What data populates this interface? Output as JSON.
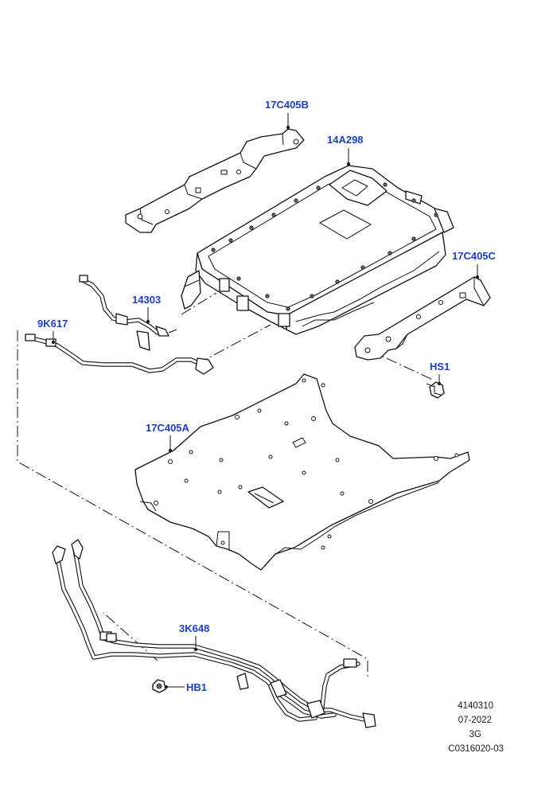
{
  "callouts": {
    "bracket_b": "17C405B",
    "inverter": "14A298",
    "bracket_c": "17C405C",
    "cable": "14303",
    "hose": "9K617",
    "screw": "HS1",
    "bracket_a": "17C405A",
    "tubes": "3K648",
    "bolt": "HB1"
  },
  "reference": {
    "illustration_no": "4140310",
    "date": "07-2022",
    "code": "3G",
    "group": "C0316020-03"
  },
  "colors": {
    "callout": "#1a3fd0",
    "linework": "#111111"
  }
}
